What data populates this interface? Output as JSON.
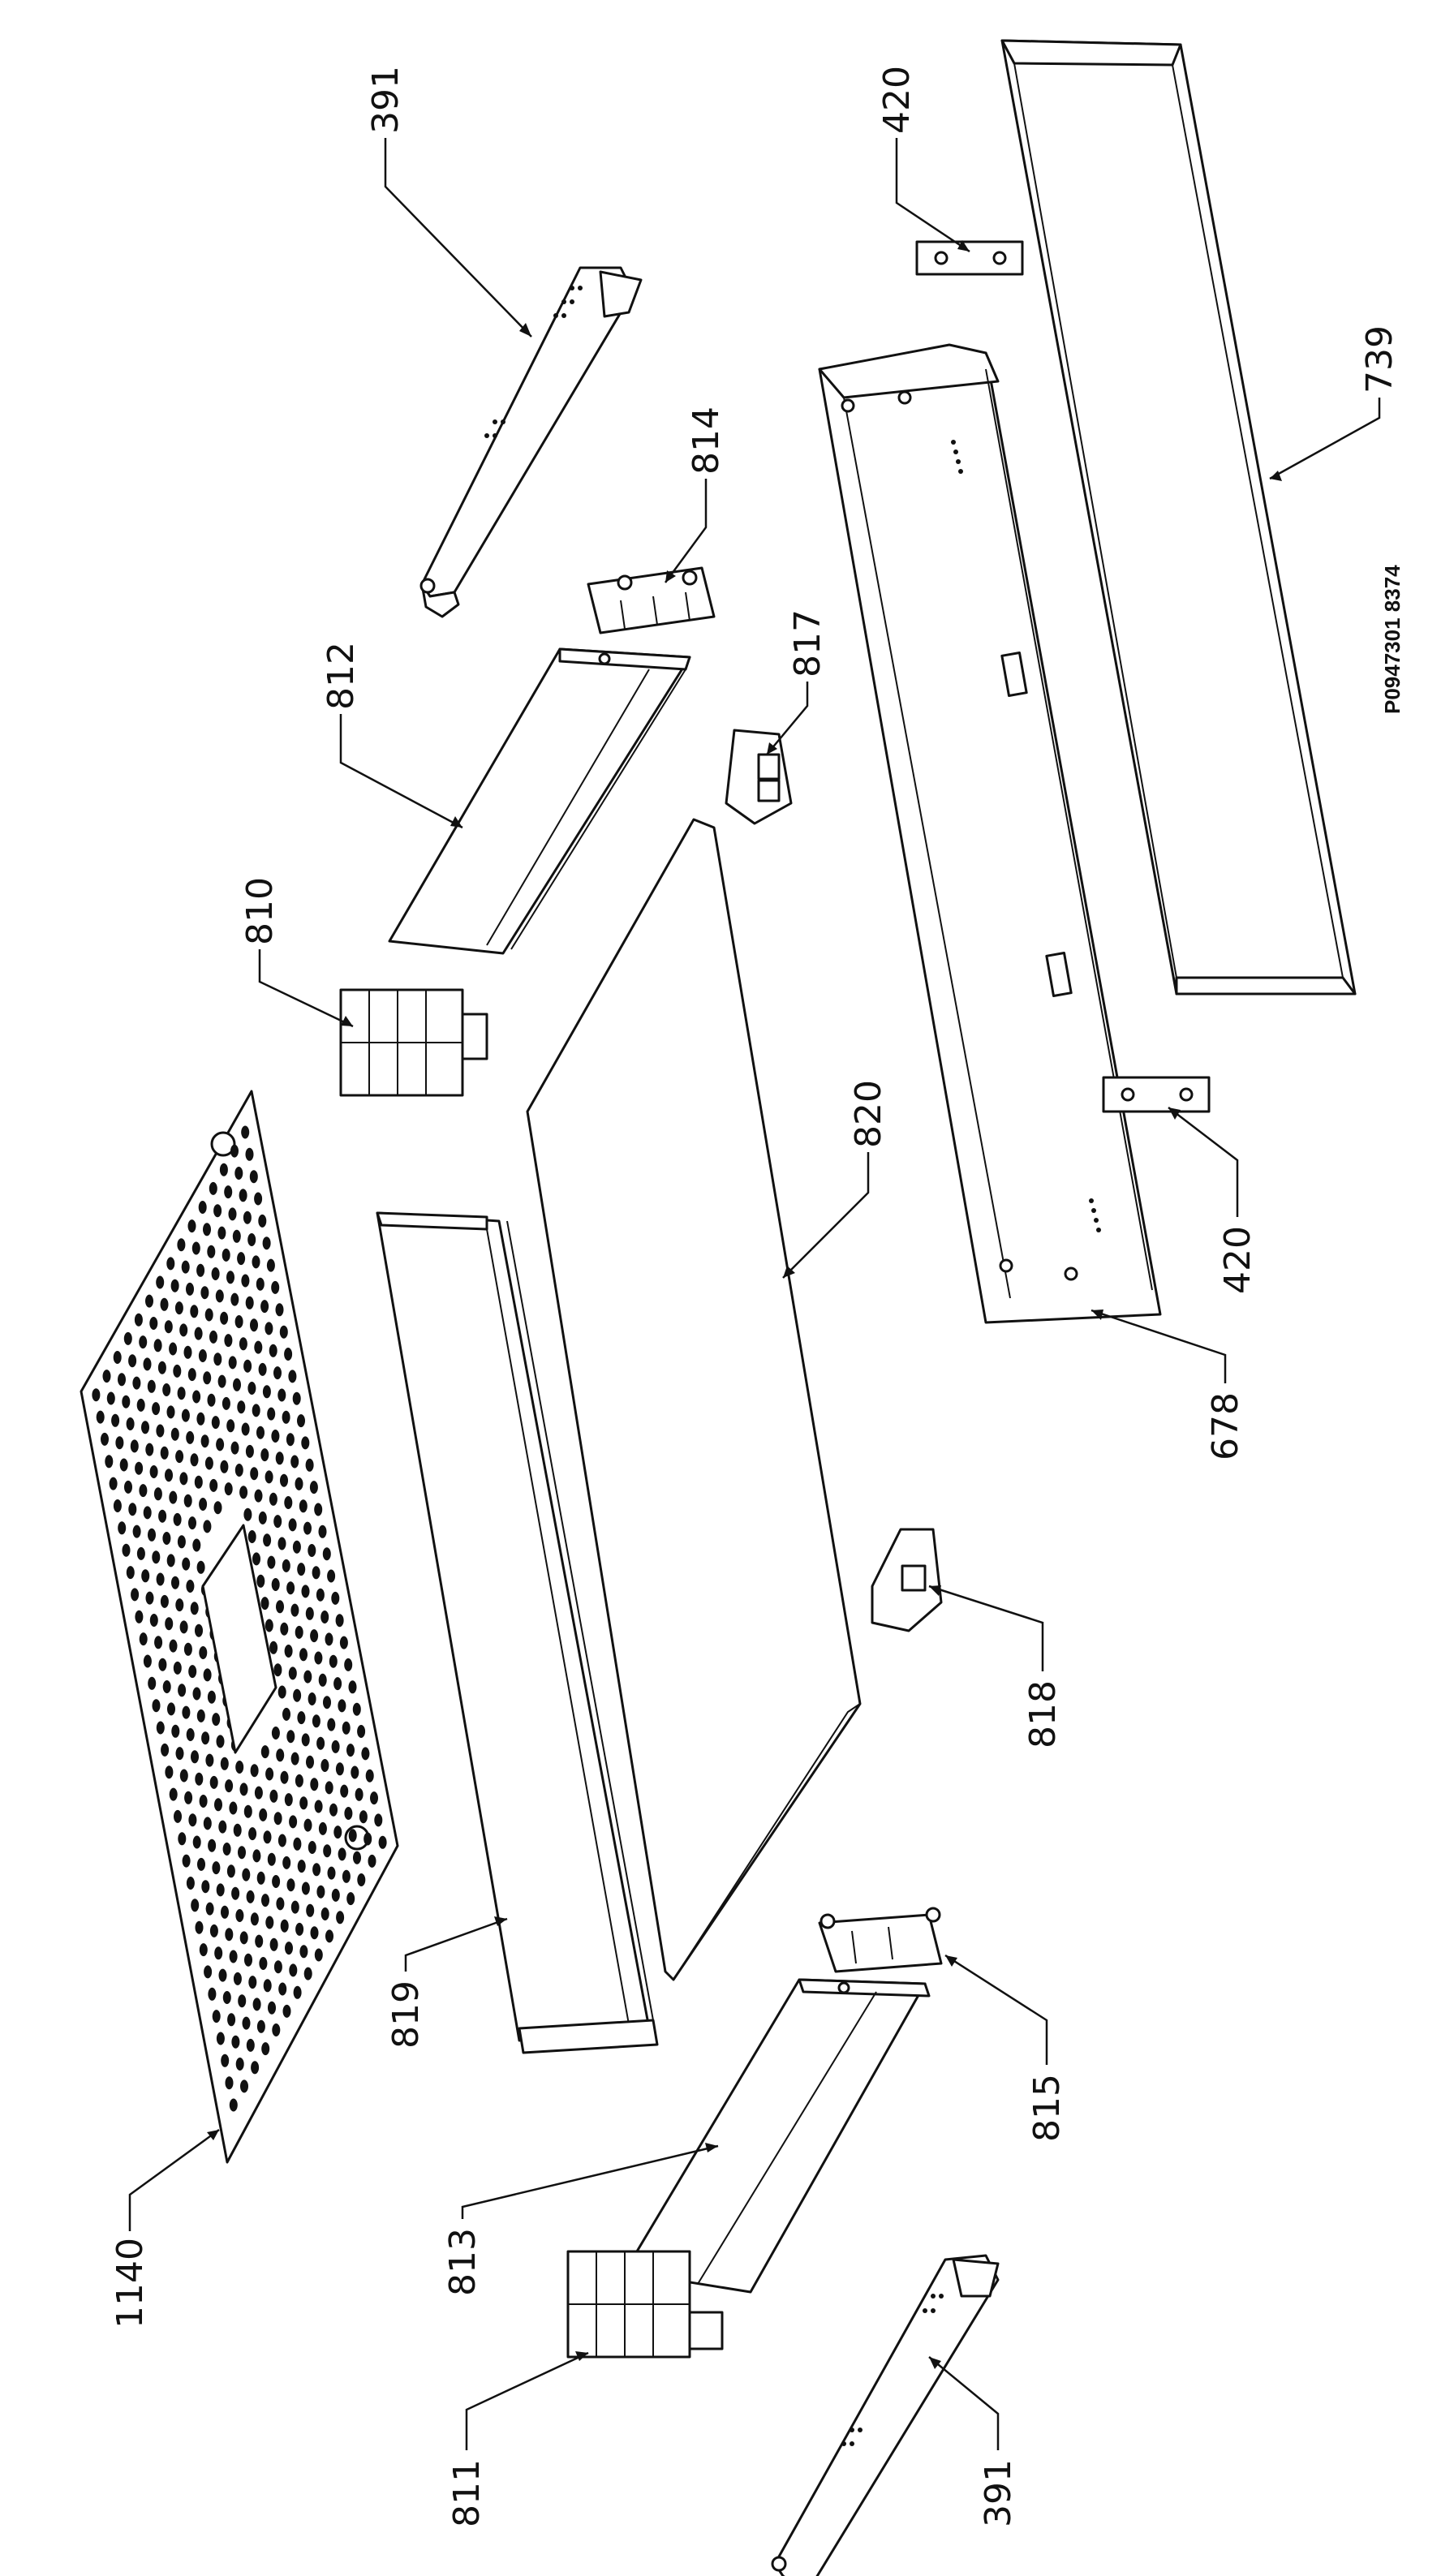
{
  "drawing_code": "P0947301 8374",
  "labels": {
    "l391_top": "391",
    "l391_bottom": "391",
    "l420_top": "420",
    "l420_mid": "420",
    "l739": "739",
    "l814": "814",
    "l812": "812",
    "l817": "817",
    "l810": "810",
    "l820": "820",
    "l678": "678",
    "l818": "818",
    "l1140": "1140",
    "l819": "819",
    "l815": "815",
    "l813": "813",
    "l811": "811"
  }
}
